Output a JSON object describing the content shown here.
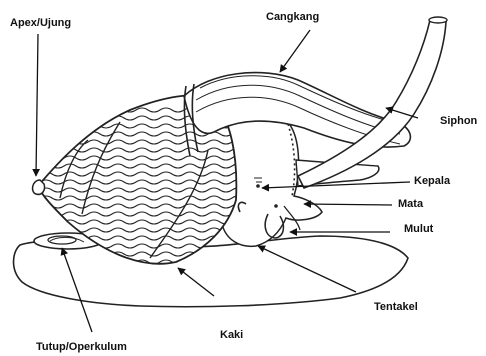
{
  "diagram": {
    "labels": {
      "apex": "Apex/Ujung",
      "cangkang": "Cangkang",
      "siphon": "Siphon",
      "kepala": "Kepala",
      "mata": "Mata",
      "mulut": "Mulut",
      "tentakel": "Tentakel",
      "kaki": "Kaki",
      "operkulum": "Tutup/Operkulum"
    }
  }
}
